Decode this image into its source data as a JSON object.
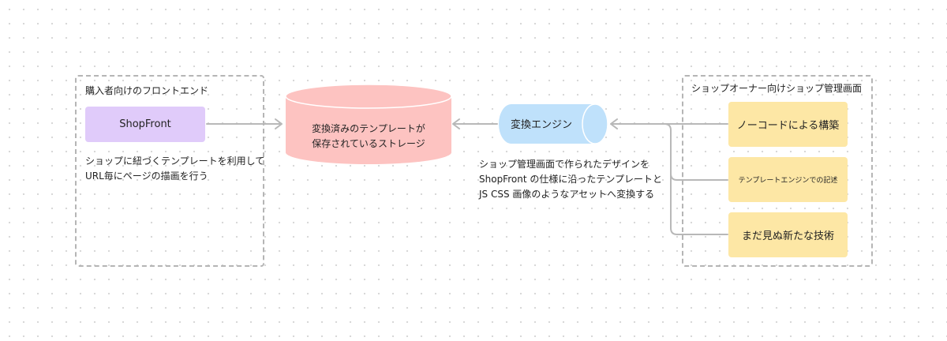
{
  "left_group": {
    "title": "購入者向けのフロントエンド",
    "node": "ShopFront",
    "note": [
      "ショップに紐づくテンプレートを利用して",
      "URL毎にページの描画を行う"
    ]
  },
  "storage": {
    "lines": [
      "変換済みのテンプレートが",
      "保存されているストレージ"
    ]
  },
  "engine": {
    "label": "変換エンジン",
    "note": [
      "ショップ管理画面で作られたデザインを",
      "ShopFront の仕様に沿ったテンプレートと",
      "JS CSS 画像のようなアセットへ変換する"
    ]
  },
  "right_group": {
    "title": "ショップオーナー向けショップ管理画面",
    "nodes": [
      "ノーコードによる構築",
      "テンプレートエンジンでの記述",
      "まだ見ぬ新たな技術"
    ]
  },
  "colors": {
    "storage_fill": "#fdc3c1",
    "engine_fill": "#bfe1fb",
    "purple_fill": "#e0cbfa",
    "yellow_fill": "#fde7a5",
    "connector": "#b8b8b8"
  }
}
